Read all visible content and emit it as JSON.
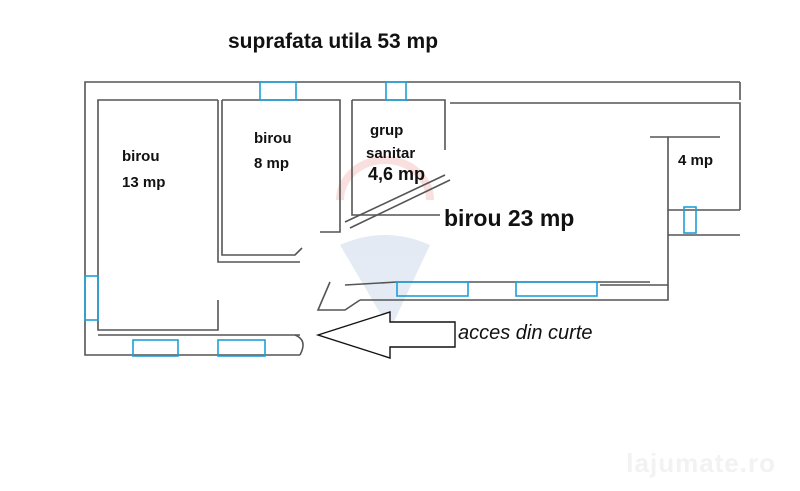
{
  "title": "suprafata utila 53 mp",
  "rooms": [
    {
      "name": "birou",
      "area": "13 mp"
    },
    {
      "name": "birou",
      "area": "8 mp"
    },
    {
      "name": "grup sanitar",
      "name_line1": "grup",
      "name_line2": "sanitar",
      "area": "4,6 mp"
    },
    {
      "label": "birou 23 mp"
    },
    {
      "area": "4 mp"
    }
  ],
  "access_label": "acces din curte",
  "watermarks": {
    "center": "RE/MAX",
    "corner": "lajumate.ro"
  },
  "colors": {
    "walls": "#555555",
    "windows": "#1ea0d6",
    "text": "#111111"
  }
}
